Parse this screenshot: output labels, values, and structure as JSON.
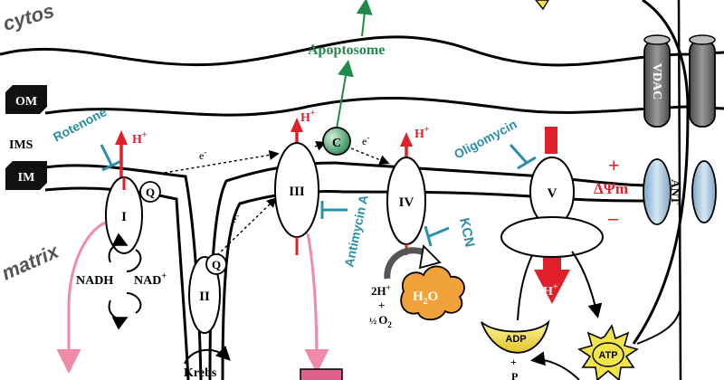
{
  "labels": {
    "cytosol": "cytos",
    "matrix": "matrix",
    "om": "OM",
    "ims": "IMS",
    "im": "IM",
    "apoptosome": "Apoptosome",
    "rotenone": "Rotenone",
    "antimycin": "Antimycin A",
    "oligomycin": "Oligomycin",
    "kcn": "KCN",
    "vdac": "VDAC",
    "ant": "ANT",
    "delta_psi": "ΔΨm",
    "plus": "+",
    "minus": "–",
    "complex_1": "I",
    "complex_2": "II",
    "complex_3": "III",
    "complex_4": "IV",
    "complex_5": "V",
    "q1": "Q",
    "q2": "Q",
    "cyt_c": "C",
    "nadh": "NADH",
    "nad": "NAD",
    "nad_sup": "+",
    "krebs": "Krebs",
    "h_plus": "H",
    "h_sup": "+",
    "e_minus": "e",
    "e_sup": "-",
    "two_h": "2H",
    "two_h_sup": "+",
    "half_o2": "O",
    "o2_sub": "2",
    "half_frac": "½",
    "h2o": "H",
    "h2o_sub": "2",
    "h2o_o": "O",
    "adp": "ADP",
    "atp": "ATP",
    "pi_plus": "+",
    "pi": "P"
  },
  "colors": {
    "red": "#e0202a",
    "teal": "#2a8fa8",
    "green": "#1f8a4a",
    "pink": "#f08aa8",
    "orange": "#f2a23a",
    "yellow": "#f2e54a",
    "grey_dark": "#6e6e6e",
    "blue_ant": "#a9c6df"
  }
}
